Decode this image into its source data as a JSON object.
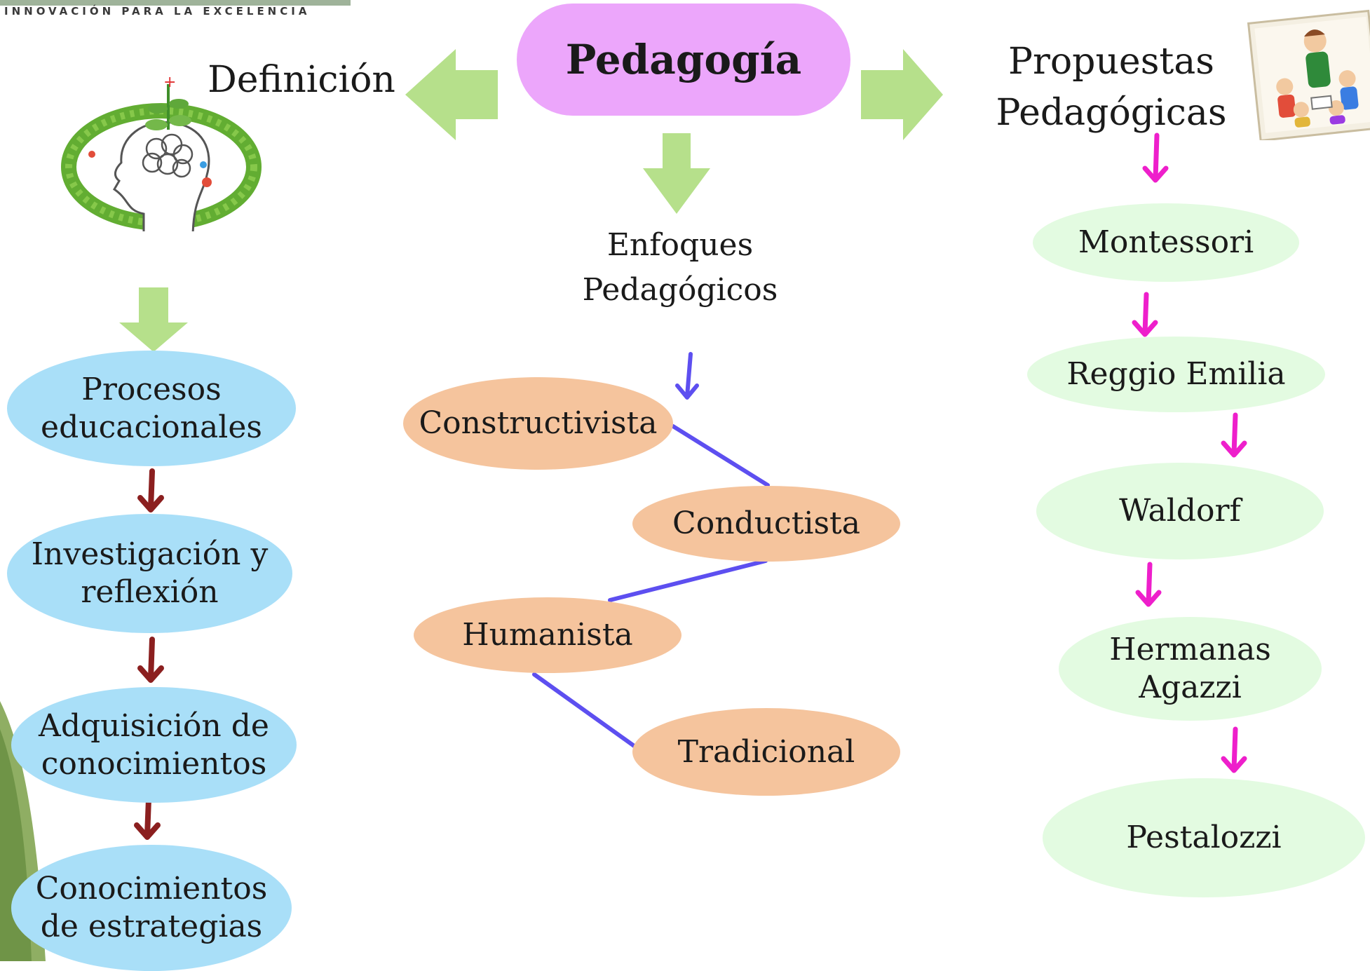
{
  "header": {
    "tagline": "INNOVACIÓN PARA LA EXCELENCIA"
  },
  "root": {
    "label": "Pedagogía"
  },
  "left": {
    "title": "Definición",
    "image": {
      "icon": "head-brain-plant-icon"
    },
    "items": [
      {
        "line1": "Procesos",
        "line2": "educacionales"
      },
      {
        "line1": "Investigación y",
        "line2": "reflexión"
      },
      {
        "line1": "Adquisición de",
        "line2": "conocimientos"
      },
      {
        "line1": "Conocimientos",
        "line2": "de estrategias"
      }
    ]
  },
  "center": {
    "title_line1": "Enfoques",
    "title_line2": "Pedagógicos",
    "items": [
      "Constructivista",
      "Conductista",
      "Humanista",
      "Tradicional"
    ]
  },
  "right": {
    "title_line1": "Propuestas",
    "title_line2": "Pedagógicas",
    "image": {
      "icon": "teacher-children-reading-icon"
    },
    "items": [
      "Montessori",
      "Reggio Emilia",
      "Waldorf",
      "Hermanas Agazzi",
      "Pestalozzi"
    ]
  },
  "colors": {
    "root_fill": "#eca6fb",
    "left_nodes": "#a9dff8",
    "center_nodes": "#f5c49d",
    "right_nodes": "#e3fbe1",
    "big_arrows": "#b6e08b",
    "left_arrows": "#8b1f1f",
    "center_connectors": "#5d4ff0",
    "right_arrows": "#ee1fcb"
  }
}
